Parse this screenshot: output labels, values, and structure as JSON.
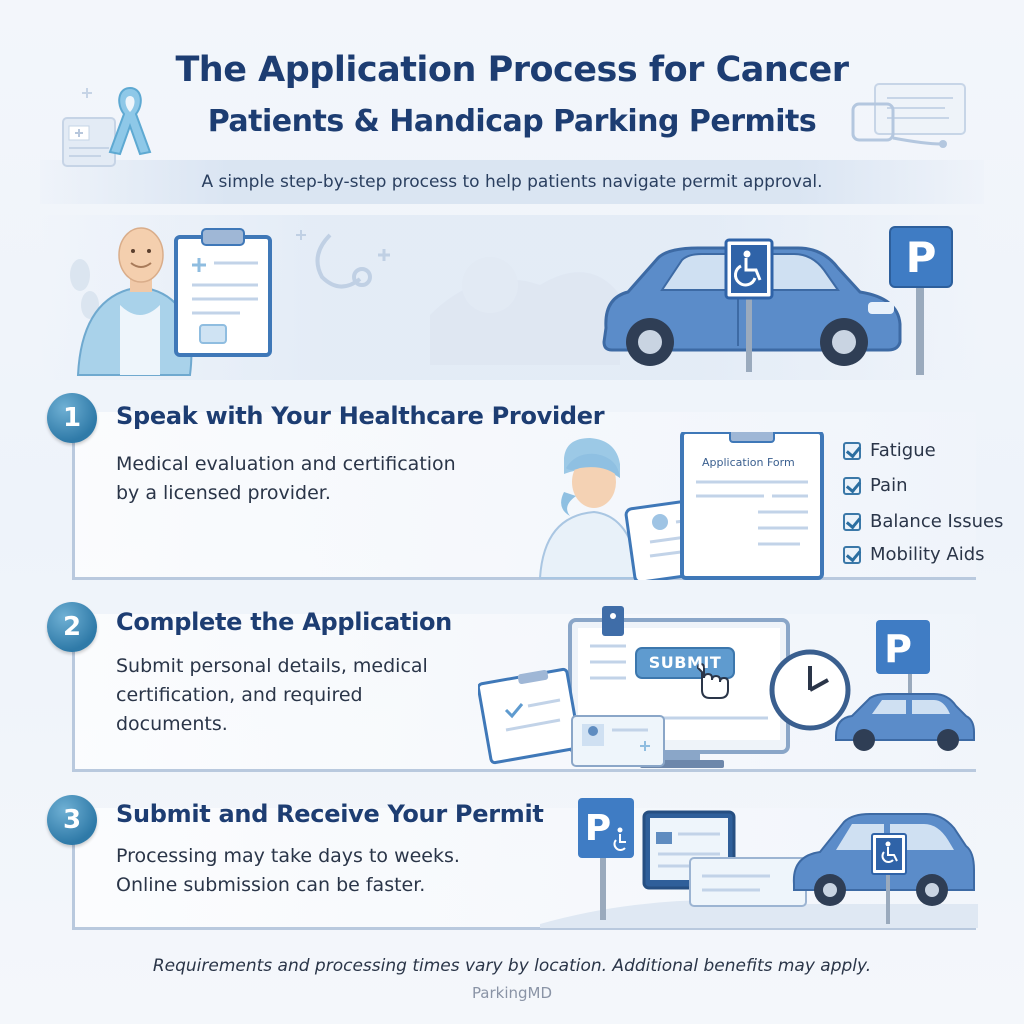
{
  "header": {
    "title_line1": "The Application Process for Cancer",
    "title_line2": "Patients & Handicap Parking Permits",
    "subtitle": "A simple step-by-step process to help patients navigate permit approval."
  },
  "steps": [
    {
      "number": "1",
      "title": "Speak with Your Healthcare Provider",
      "description": "Medical evaluation and certification by a licensed provider.",
      "form_label": "Application Form",
      "checklist": [
        "Fatigue",
        "Pain",
        "Balance Issues",
        "Mobility Aids"
      ]
    },
    {
      "number": "2",
      "title": "Complete the Application",
      "description": "Submit personal details, medical certification, and required documents.",
      "button_label": "SUBMIT"
    },
    {
      "number": "3",
      "title": "Submit and Receive Your Permit",
      "description": "Processing may take days to weeks. Online submission can be faster."
    }
  ],
  "parking_sign_letter": "P",
  "footer": {
    "note": "Requirements and processing times vary by location. Additional benefits may apply.",
    "brand": "ParkingMD"
  },
  "colors": {
    "primary": "#1d3d72",
    "accent": "#2f7aa8",
    "sign_blue": "#3f7cc4",
    "car_blue": "#5b8cc9"
  },
  "icons": [
    "awareness-ribbon-icon",
    "clipboard-icon",
    "wheelchair-icon",
    "parking-sign-icon",
    "clock-icon",
    "checkbox-icon",
    "cursor-hand-icon"
  ]
}
